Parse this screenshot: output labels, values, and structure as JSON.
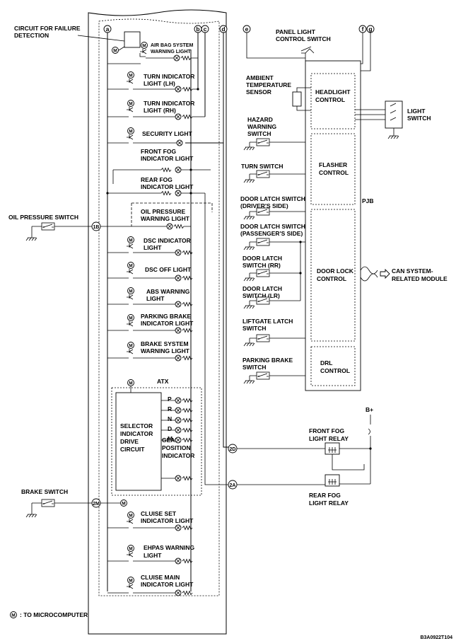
{
  "labels": {
    "circuit_failure_1": "CIRCUIT FOR FAILURE",
    "circuit_failure_2": "DETECTION",
    "airbag_1": "AIR BAG SYSTEM",
    "airbag_2": "WARNING LIGHT",
    "turn_lh_1": "TURN INDICATOR",
    "turn_lh_2": "LIGHT (LH)",
    "turn_rh_1": "TURN INDICATOR",
    "turn_rh_2": "LIGHT (RH)",
    "security": "SECURITY LIGHT",
    "front_fog_ind_1": "FRONT FOG",
    "front_fog_ind_2": "INDICATOR LIGHT",
    "rear_fog_ind_1": "REAR FOG",
    "rear_fog_ind_2": "INDICATOR LIGHT",
    "oil_switch": "OIL PRESSURE SWITCH",
    "oil_light_1": "OIL PRESSURE",
    "oil_light_2": "WARNING LIGHT",
    "dsc_ind_1": "DSC INDICATOR",
    "dsc_ind_2": "LIGHT",
    "dsc_off": "DSC OFF LIGHT",
    "abs_1": "ABS WARNING",
    "abs_2": "LIGHT",
    "parking_ind_1": "PARKING BRAKE",
    "parking_ind_2": "INDICATOR LIGHT",
    "brake_sys_1": "BRAKE SYSTEM",
    "brake_sys_2": "WARNING LIGHT",
    "atx": "ATX",
    "gear_p": "P",
    "gear_r": "R",
    "gear_n": "N",
    "gear_d": "D",
    "gear_m": "M",
    "selector_1": "SELECTOR",
    "selector_2": "INDICATOR",
    "selector_3": "DRIVE",
    "selector_4": "CIRCUIT",
    "gear_pos_1": "GEAR",
    "gear_pos_2": "POSITION",
    "gear_pos_3": "INDICATOR",
    "brake_switch": "BRAKE SWITCH",
    "cruise_set_1": "CLUISE SET",
    "cruise_set_2": "INDICATOR LIGHT",
    "ehpas_1": "EHPAS WARNING",
    "ehpas_2": "LIGHT",
    "cruise_main_1": "CLUISE MAIN",
    "cruise_main_2": "INDICATOR LIGHT",
    "footnote": ": TO MICROCOMPUTER",
    "code": "B3A0922T104",
    "panel_switch_1": "PANEL LIGHT",
    "panel_switch_2": "CONTROL SWITCH",
    "ambient_1": "AMBIENT",
    "ambient_2": "TEMPERATURE",
    "ambient_3": "SENSOR",
    "headlight_1": "HEADLIGHT",
    "headlight_2": "CONTROL",
    "light_switch_1": "LIGHT",
    "light_switch_2": "SWITCH",
    "hazard_1": "HAZARD",
    "hazard_2": "WARNING",
    "hazard_3": "SWITCH",
    "turn_switch": "TURN SWITCH",
    "flasher_1": "FLASHER",
    "flasher_2": "CONTROL",
    "door_drv_1": "DOOR LATCH SWITCH",
    "door_drv_2": "(DRIVER'S SIDE)",
    "pjb": "PJB",
    "door_pass_1": "DOOR LATCH SWITCH",
    "door_pass_2": "(PASSENGER'S SIDE)",
    "door_rr_1": "DOOR LATCH",
    "door_rr_2": "SWITCH (RR)",
    "door_lock_1": "DOOR LOCK",
    "door_lock_2": "CONTROL",
    "can_1": "CAN SYSTEM-",
    "can_2": "RELATED MODULE",
    "door_lr_1": "DOOR LATCH",
    "door_lr_2": "SWITCH (LR)",
    "liftgate_1": "LIFTGATE LATCH",
    "liftgate_2": "SWITCH",
    "park_sw_1": "PARKING BRAKE",
    "park_sw_2": "SWITCH",
    "drl_1": "DRL",
    "drl_2": "CONTROL",
    "bplus": "B+",
    "ff_relay_1": "FRONT FOG",
    "ff_relay_2": "LIGHT RELAY",
    "rf_relay_1": "REAR FOG",
    "rf_relay_2": "LIGHT RELAY"
  },
  "connectors": {
    "a": "a",
    "b": "b",
    "c": "c",
    "d": "d",
    "e": "e",
    "f": "f",
    "g": "g",
    "c1b": "1B",
    "c2d": "2D",
    "c2a": "2A",
    "c2m": "2M",
    "m": "M"
  }
}
